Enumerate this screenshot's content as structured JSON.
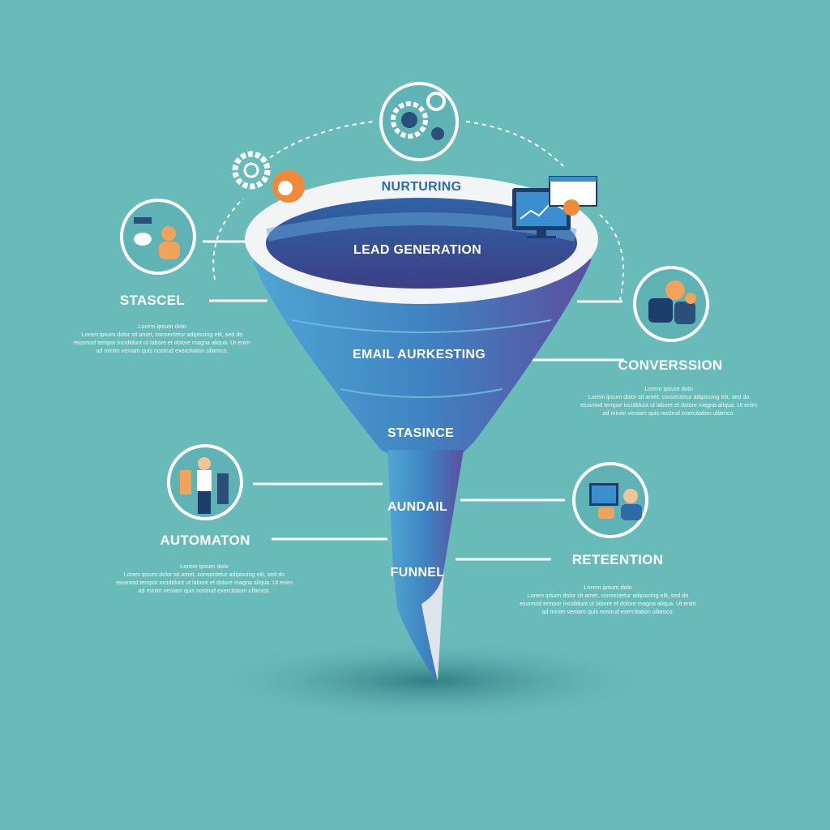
{
  "funnel_stages": [
    "NURTURING",
    "LEAD GENERATION",
    "EMAIL AURKESTING",
    "STASINCE",
    "AUNDAIL",
    "FUNNEL"
  ],
  "side_labels": {
    "top_left": "STASCEL",
    "top_right": "CONVERSSION",
    "bottom_left": "AUTOMATON",
    "bottom_right": "RETEENTION"
  },
  "descriptions": {
    "heading": "Lorem ipsum dolo",
    "body": "Lorem ipsum dolor sit amet, consectetur adipiscing elit, sed do eiusmod tempor incididunt ut labore et dolore magna aliqua. Ut enim ad minim veniam quis nostrud exercitation ullamco."
  },
  "icons": [
    "gears-icon",
    "chat-person-icon",
    "analytics-monitor-icon",
    "handshake-icon",
    "businessman-icon",
    "support-agent-icon"
  ],
  "colors": {
    "background": "#69bbba",
    "funnel_top": "#4a8fcb",
    "funnel_bottom": "#5a58a6",
    "label_dark": "#2d6aa8"
  }
}
